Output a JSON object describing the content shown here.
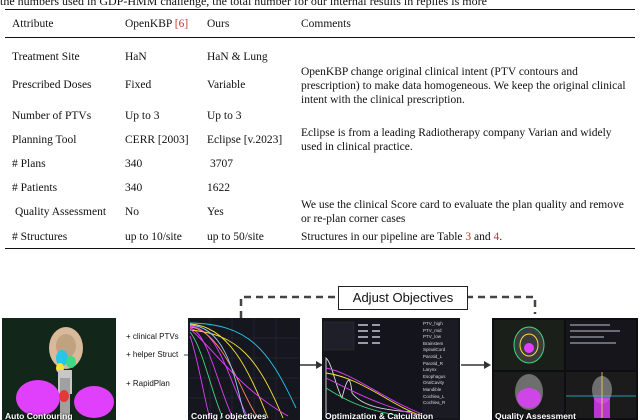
{
  "caption_fragment": "the numbers used in GDP-HMM challenge, the total number for our internal results in replies is more",
  "table": {
    "headers": {
      "attribute": "Attribute",
      "openkbp": "OpenKBP",
      "openkbp_cite": "[6]",
      "ours": "Ours",
      "comments": "Comments"
    },
    "rows": [
      {
        "attribute": "Treatment Site",
        "openkbp": "HaN",
        "ours": "HaN & Lung"
      },
      {
        "attribute": "Prescribed Doses",
        "openkbp": "Fixed",
        "ours": "Variable"
      },
      {
        "attribute": "Number of PTVs",
        "openkbp": "Up to 3",
        "ours": "Up to 3"
      },
      {
        "attribute": "Planning Tool",
        "openkbp": "CERR [2003]",
        "ours": "Eclipse [v.2023]"
      },
      {
        "attribute": "# Plans",
        "openkbp": "340",
        "ours": "3707"
      },
      {
        "attribute": "# Patients",
        "openkbp": "340",
        "ours": "1622"
      },
      {
        "attribute": "Quality Assessment",
        "openkbp": "No",
        "ours": "Yes"
      },
      {
        "attribute": "# Structures",
        "openkbp": "up to 10/site",
        "ours": "up to 50/site"
      }
    ],
    "comments": {
      "c1": "OpenKBP change original clinical intent (PTV contours and prescription) to make data homogeneous. We keep the original clinical intent with the clinical prescription.",
      "c2": "Eclipse is from a leading Radiotherapy company Varian and widely used in clinical practice.",
      "c3": "We use the clinical Score card to evaluate the plan quality and remove or re-plan corner cases",
      "c4_prefix": "Structures in our pipeline are Table",
      "c4_ref1": "3",
      "c4_and": "and",
      "c4_ref2": "4",
      "c4_suffix": "."
    }
  },
  "figure": {
    "adjust_label": "Adjust Objectives",
    "panels": [
      {
        "label": "Auto Contouring"
      },
      {
        "label": "Config / objectives"
      },
      {
        "label": "Optimization & Calculation"
      },
      {
        "label": "Quality Assessment"
      }
    ],
    "steps": [
      "+ clinical PTVs",
      "+ helper Struct",
      "+ RapidPlan"
    ],
    "structure_list": [
      "PTV_high",
      "PTV_mid",
      "PTV_low",
      "Brainstem",
      "SpinalCord",
      "Parotid_L",
      "Parotid_R",
      "Larynx",
      "Esophagus",
      "OralCavity",
      "Mandible",
      "Cochlea_L",
      "Cochlea_R"
    ],
    "colors": {
      "magenta": "#e040fb",
      "yellow": "#f5e43a",
      "green": "#3ddc84",
      "cyan": "#27c5e6",
      "red": "#e53935"
    }
  }
}
